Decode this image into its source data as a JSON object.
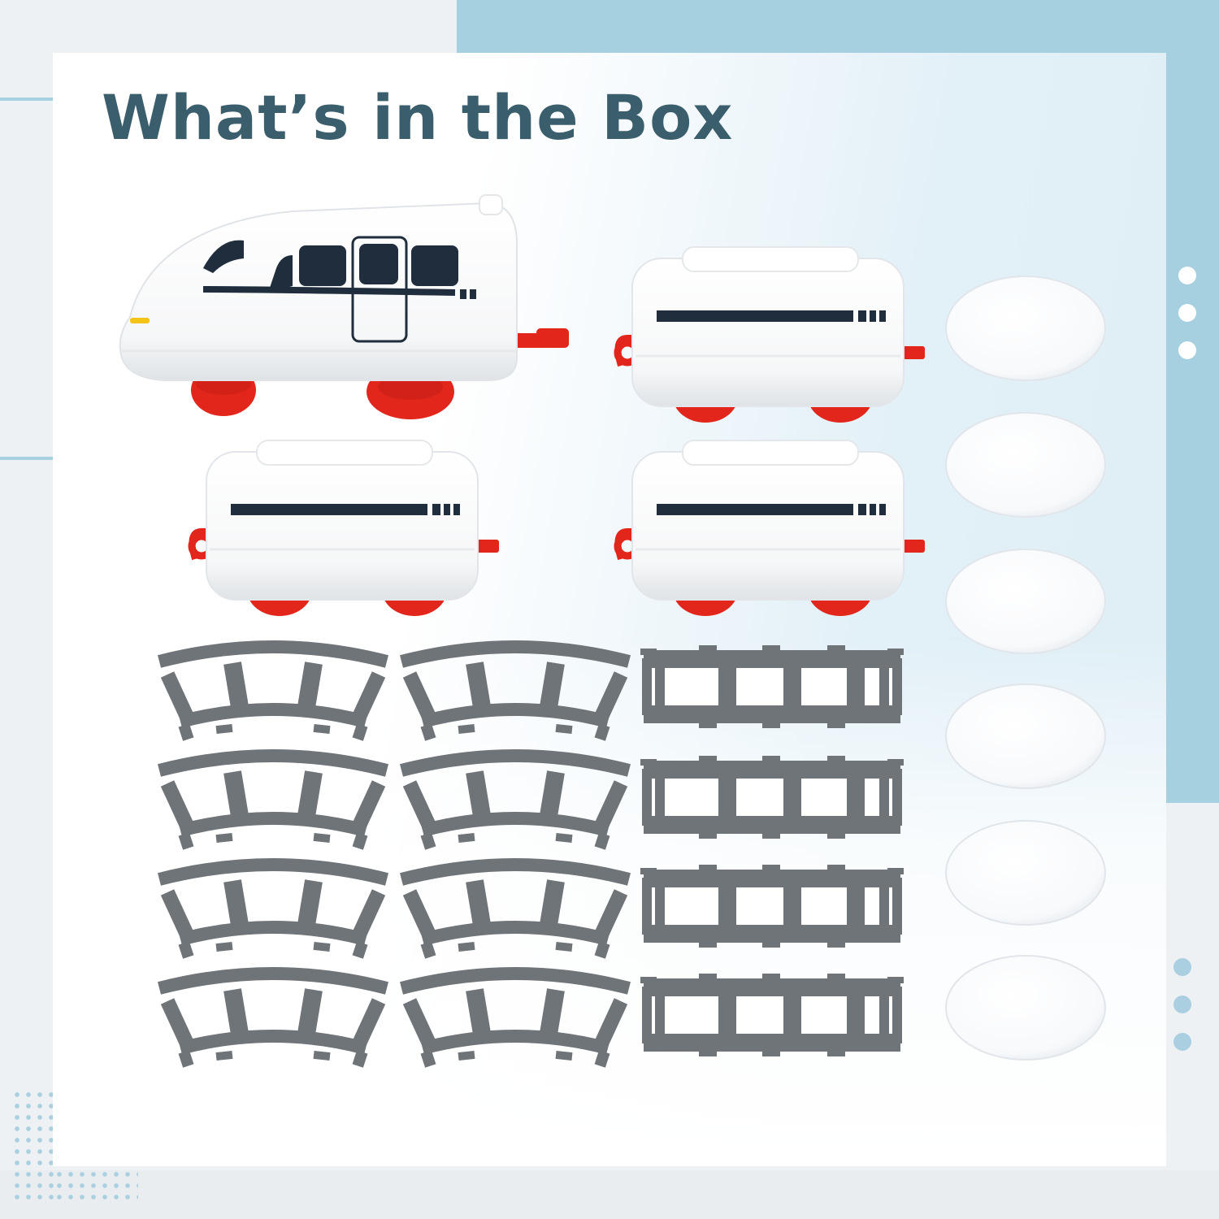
{
  "heading": "What’s in the Box",
  "colors": {
    "heading": "#3b5e6d",
    "accent_blue": "#a6cfe0",
    "wheel_red": "#e3261c",
    "track_grey": "#6f7478",
    "stripe_navy": "#1f2d3d"
  },
  "contents": {
    "locomotive": {
      "icon": "bullet-train-locomotive-icon",
      "count": 1
    },
    "carriages": {
      "icon": "train-carriage-icon",
      "count": 3
    },
    "curved_tracks": {
      "icon": "curved-track-icon",
      "count": 8
    },
    "straight_tracks": {
      "icon": "straight-track-icon",
      "count": 4
    },
    "foam_discs": {
      "icon": "white-disc-icon",
      "count": 6
    }
  }
}
